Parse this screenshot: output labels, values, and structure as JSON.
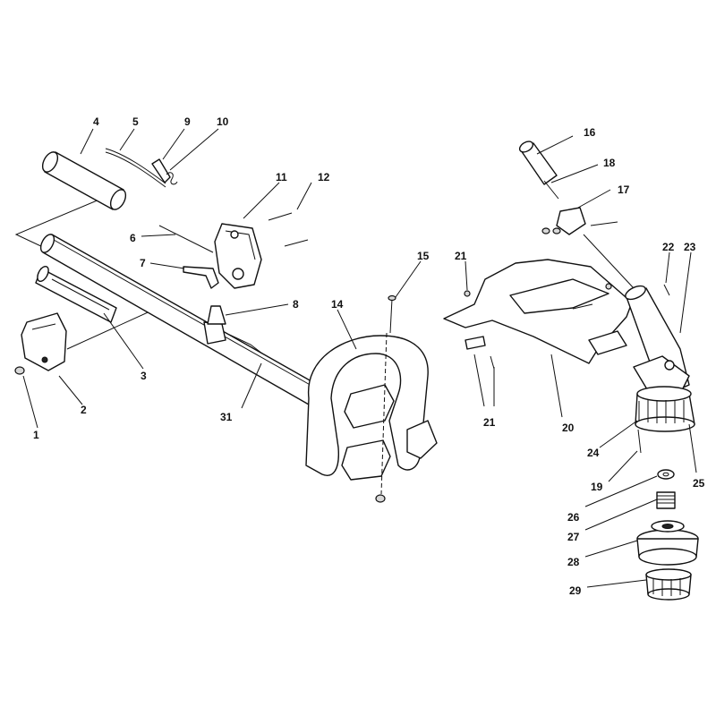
{
  "callouts": [
    {
      "id": "c1",
      "label": "1"
    },
    {
      "id": "c2",
      "label": "2"
    },
    {
      "id": "c3",
      "label": "3"
    },
    {
      "id": "c4",
      "label": "4"
    },
    {
      "id": "c5",
      "label": "5"
    },
    {
      "id": "c6",
      "label": "6"
    },
    {
      "id": "c7",
      "label": "7"
    },
    {
      "id": "c8",
      "label": "8"
    },
    {
      "id": "c9",
      "label": "9"
    },
    {
      "id": "c10",
      "label": "10"
    },
    {
      "id": "c11",
      "label": "11"
    },
    {
      "id": "c12",
      "label": "12"
    },
    {
      "id": "c14",
      "label": "14"
    },
    {
      "id": "c15",
      "label": "15"
    },
    {
      "id": "c16",
      "label": "16"
    },
    {
      "id": "c17",
      "label": "17"
    },
    {
      "id": "c18",
      "label": "18"
    },
    {
      "id": "c19",
      "label": "19"
    },
    {
      "id": "c20",
      "label": "20"
    },
    {
      "id": "c21a",
      "label": "21"
    },
    {
      "id": "c21b",
      "label": "21"
    },
    {
      "id": "c22",
      "label": "22"
    },
    {
      "id": "c23",
      "label": "23"
    },
    {
      "id": "c24",
      "label": "24"
    },
    {
      "id": "c25",
      "label": "25"
    },
    {
      "id": "c26",
      "label": "26"
    },
    {
      "id": "c27",
      "label": "27"
    },
    {
      "id": "c28",
      "label": "28"
    },
    {
      "id": "c29",
      "label": "29"
    },
    {
      "id": "c31",
      "label": "31"
    }
  ]
}
